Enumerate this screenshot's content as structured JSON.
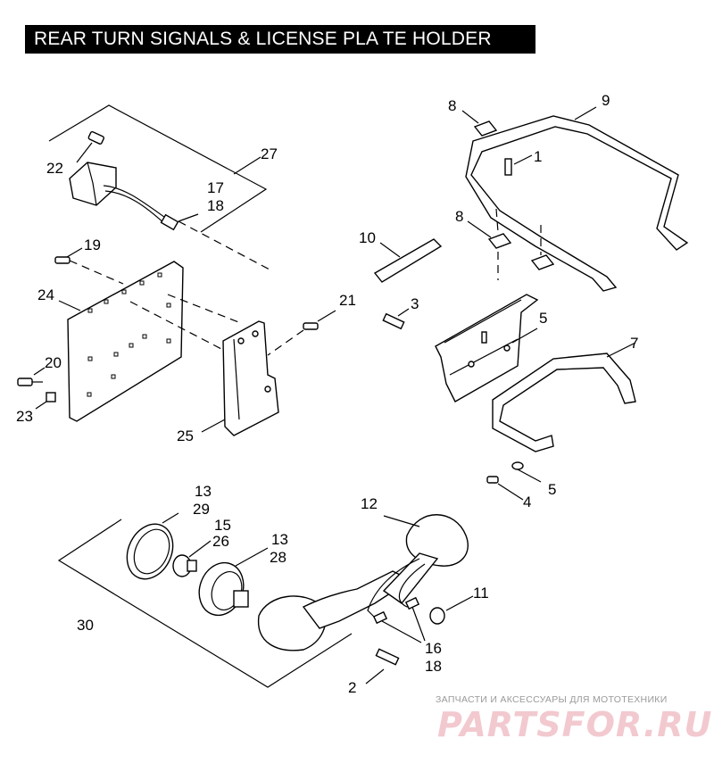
{
  "title": "REAR TURN SIGNALS & LICENSE PLA TE HOLDER",
  "watermark": {
    "caption": "ЗАПЧАСТИ И АКСЕССУАРЫ ДЛЯ МОТОТЕХНИКИ",
    "logo": "PARTSFOR.RU"
  },
  "callouts": {
    "c1": "1",
    "c2": "2",
    "c3": "3",
    "c4": "4",
    "c5a": "5",
    "c5b": "5",
    "c7": "7",
    "c8a": "8",
    "c8b": "8",
    "c9": "9",
    "c10": "10",
    "c11": "11",
    "c12": "12",
    "c13a": "13",
    "c13b": "13",
    "c15": "15",
    "c16": "16",
    "c17": "17",
    "c18a": "18",
    "c18b": "18",
    "c19": "19",
    "c20": "20",
    "c21": "21",
    "c22": "22",
    "c23": "23",
    "c24": "24",
    "c25": "25",
    "c26": "26",
    "c27": "27",
    "c28": "28",
    "c29": "29",
    "c30": "30"
  }
}
